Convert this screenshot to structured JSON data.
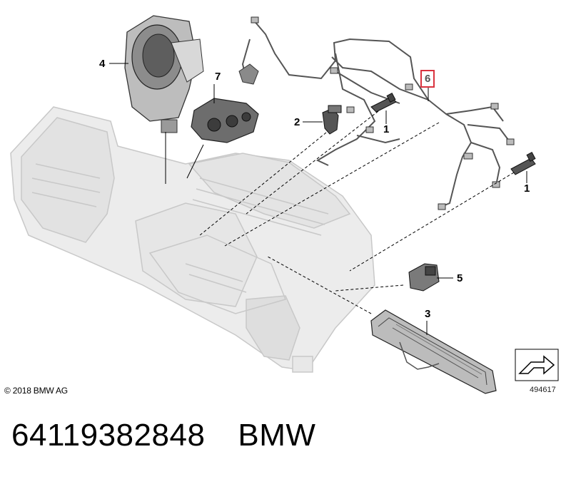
{
  "callouts": {
    "c1a": "1",
    "c1b": "1",
    "c2": "2",
    "c3": "3",
    "c4": "4",
    "c5": "5",
    "c6": "6",
    "c7": "7"
  },
  "footer": {
    "copyright": "© 2018 BMW AG",
    "diagram_number": "494617"
  },
  "part": {
    "number": "64119382848",
    "brand": "BMW"
  },
  "colors": {
    "highlight": "#d9333f",
    "housing": "#d6d6d6",
    "line": "#000000"
  }
}
